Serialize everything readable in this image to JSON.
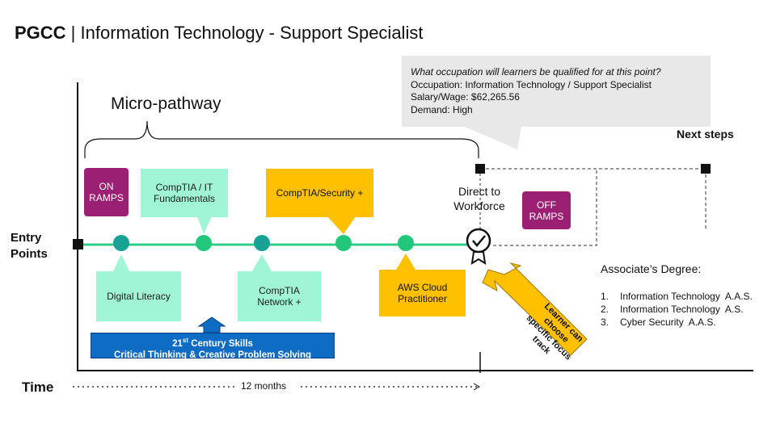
{
  "title": {
    "org": "PGCC",
    "rest": " | Information Technology - Support Specialist"
  },
  "callout": {
    "question": "What occupation will learners be qualified for at this point?",
    "occupation": "Occupation: Information Technology / Support Specialist",
    "salary": "Salary/Wage: $62,265.56",
    "demand": "Demand: High"
  },
  "micro_pathway_label": "Micro-pathway",
  "next_steps": "Next steps",
  "on_ramps": "ON RAMPS",
  "off_ramps": "OFF RAMPS",
  "entry_points": [
    "Entry",
    "Points"
  ],
  "direct_to_workforce": [
    "Direct to",
    "Workforce"
  ],
  "credentials": {
    "digital_literacy": "Digital Literacy",
    "it_fundamentals": [
      "CompTIA / IT",
      "Fundamentals"
    ],
    "network": [
      "CompTIA",
      "Network +"
    ],
    "security": "CompTIA/Security +",
    "aws": [
      "AWS Cloud",
      "Practitioner"
    ]
  },
  "skills": {
    "line1_prefix": "21",
    "line1_sup": "st",
    "line1_suffix": " Century Skills",
    "line2": "Critical Thinking & Creative Problem Solving"
  },
  "focus_arrow": [
    "Learner can",
    "choose",
    "specific focus",
    "track"
  ],
  "associates": {
    "heading": "Associate’s Degree:",
    "items": [
      {
        "n": "1.",
        "label": "Information Technology  A.A.S."
      },
      {
        "n": "2.",
        "label": "Information Technology  A.S."
      },
      {
        "n": "3.",
        "label": "Cyber Security  A.A.S."
      }
    ]
  },
  "time_label": "Time",
  "duration_label": "12 months",
  "colors": {
    "mint": "#9ff5d6",
    "gold": "#ffc000",
    "purple": "#9b1f72",
    "line_green": "#2ecc85",
    "node_teal": "#17a295",
    "node_green": "#21c77a",
    "blue": "#0f6cc4",
    "callout_gray": "#e8e8e8"
  }
}
